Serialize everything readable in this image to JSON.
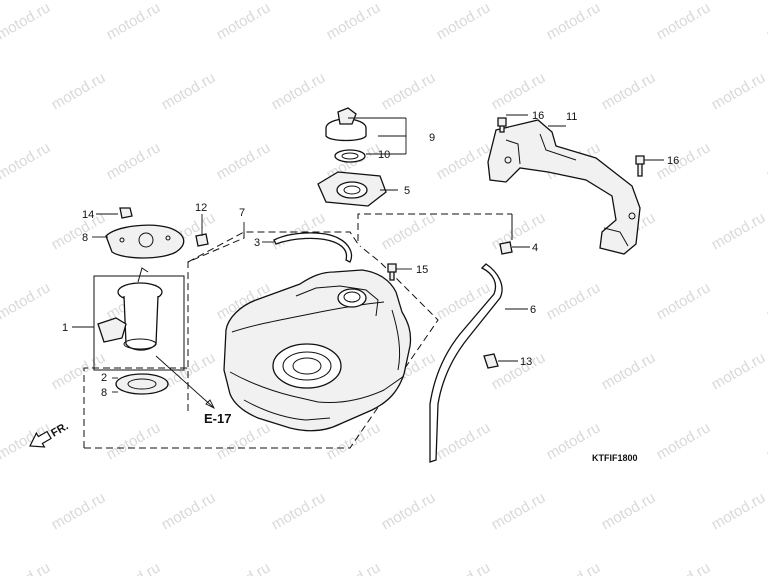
{
  "watermark": "motod.ru",
  "diagram_code": "KTFIF1800",
  "ref_label": "E-17",
  "direction_label": "FR.",
  "callouts": {
    "c1": "1",
    "c2": "2",
    "c3": "3",
    "c4": "4",
    "c5": "5",
    "c6": "6",
    "c7": "7",
    "c8a": "8",
    "c8b": "8",
    "c9": "9",
    "c10": "10",
    "c11": "11",
    "c12": "12",
    "c13": "13",
    "c14": "14",
    "c15": "15",
    "c16a": "16",
    "c16b": "16"
  }
}
